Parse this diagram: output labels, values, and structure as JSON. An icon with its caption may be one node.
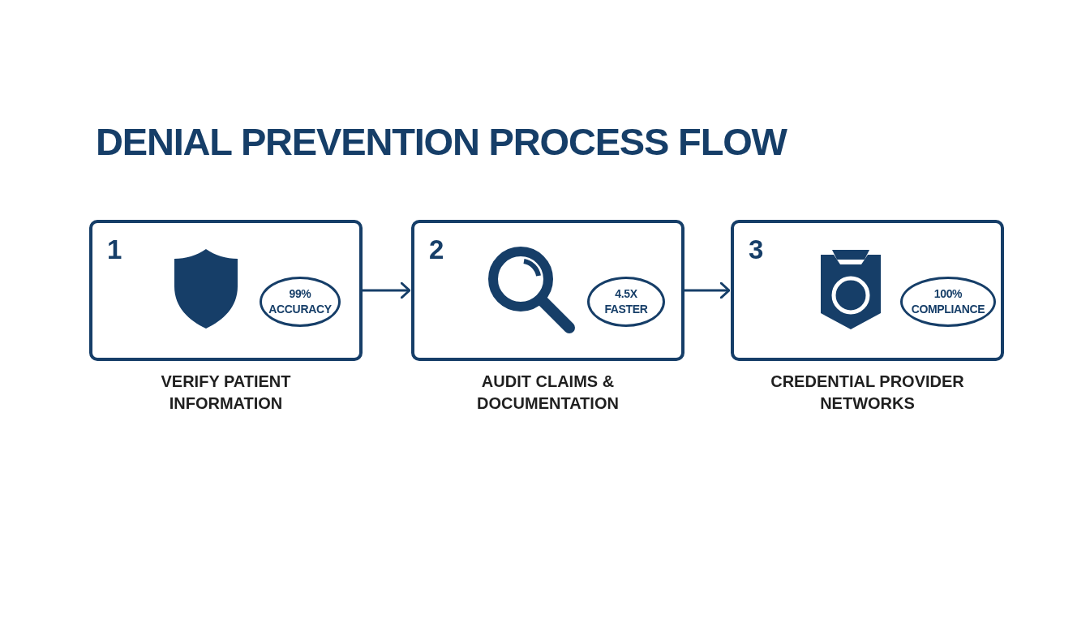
{
  "diagram": {
    "title": "DENIAL PREVENTION PROCESS FLOW",
    "nodes": [
      {
        "text": [
          "1",
          "VERIFY PATIENT INFORMATION"
        ]
      },
      {
        "text": [
          "99% ACCURACY"
        ],
        "in": 0
      },
      {
        "text": [
          "2",
          "AUDIT CLAIMS & DOCUMENTATION"
        ]
      },
      {
        "text": [
          "4.5X FASTER"
        ],
        "in": 2
      },
      {
        "text": [
          "3",
          "CREDENTIAL PROVIDER NETWORKS"
        ]
      },
      {
        "text": [
          "100% COMPLIANCE"
        ],
        "in": 4
      }
    ],
    "edges": [
      {
        "from": 0,
        "to": 2,
        "arrow": "to"
      },
      {
        "from": 2,
        "to": 4,
        "arrow": "to"
      }
    ]
  }
}
